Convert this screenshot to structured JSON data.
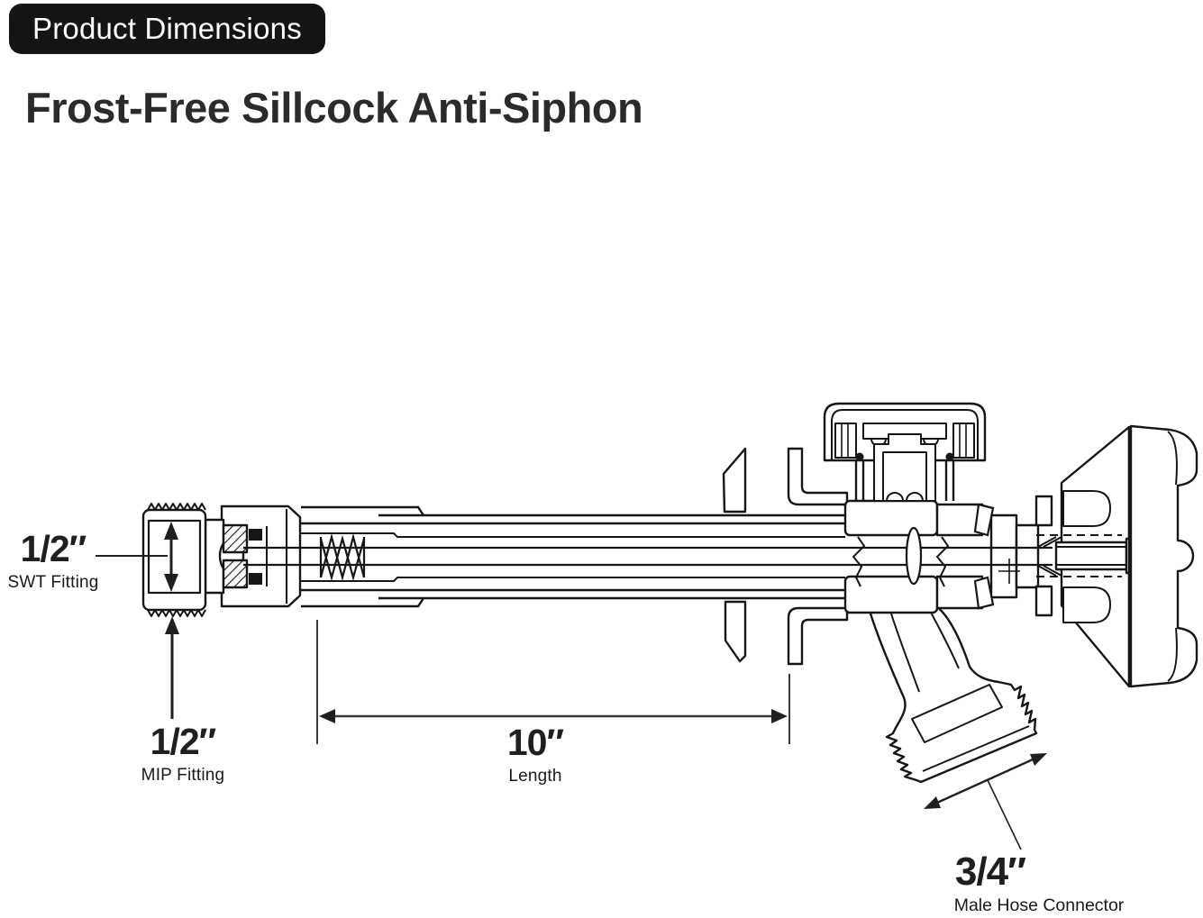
{
  "badge": {
    "label": "Product Dimensions"
  },
  "title": "Frost-Free Sillcock Anti-Siphon",
  "annotations": {
    "swt": {
      "value": "1/2″",
      "label": "SWT Fitting"
    },
    "mip": {
      "value": "1/2″",
      "label": "MIP Fitting"
    },
    "length": {
      "value": "10″",
      "label": "Length"
    },
    "hose": {
      "value": "3/4″",
      "label": "Male Hose Connector"
    }
  },
  "colors": {
    "line": "#161616",
    "dimension_line": "#3a3a3a",
    "badge_bg": "#141416",
    "badge_text": "#ffffff",
    "title_text": "#2b2b2b",
    "background": "#ffffff"
  }
}
